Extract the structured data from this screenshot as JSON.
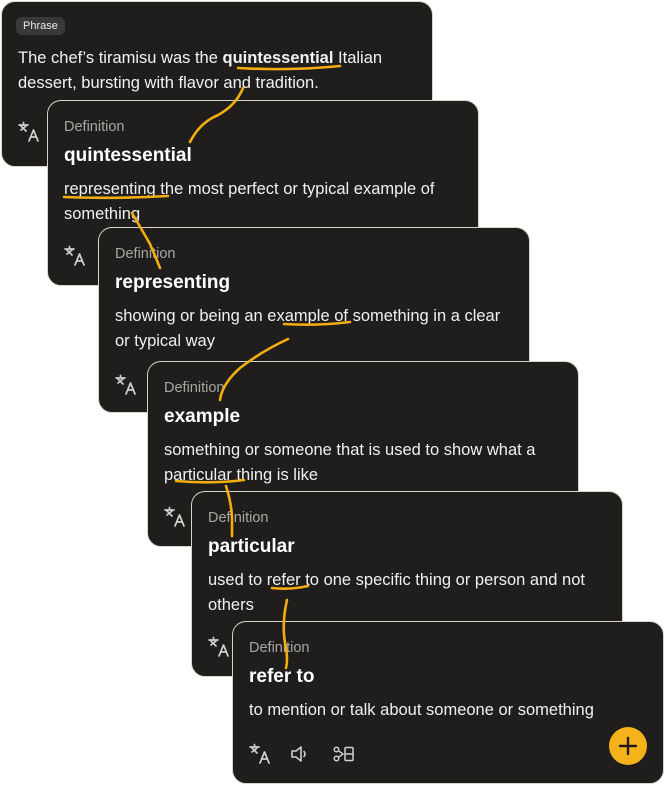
{
  "cards": [
    {
      "tag": "Phrase",
      "text_before": "The chef’s tiramisu was the ",
      "text_bold": "quintessential",
      "text_after": " Italian dessert, bursting with flavor and tradition."
    },
    {
      "label": "Definition",
      "word": "quintessential",
      "definition": "representing the most perfect or typical example of something"
    },
    {
      "label": "Definition",
      "word": "representing",
      "definition": "showing or being an example of something in a clear or typical way"
    },
    {
      "label": "Definition",
      "word": "example",
      "definition": "something or someone that is used to show what a particular thing is like"
    },
    {
      "label": "Definition",
      "word": "particular",
      "definition": "used to refer to one specific thing or person and not others"
    },
    {
      "label": "Definition",
      "word": "refer to",
      "definition": "to mention or talk about someone or something"
    }
  ],
  "toolbar": {
    "translate_icon": "translate-icon",
    "speaker_icon": "speaker-icon",
    "split_icon": "scissors-split-icon",
    "add_icon": "plus-icon"
  },
  "colors": {
    "card_bg": "#1f1e1d",
    "card_border": "#d9d4c8",
    "accent": "#f5b21b",
    "ink": "#f2ad10"
  }
}
